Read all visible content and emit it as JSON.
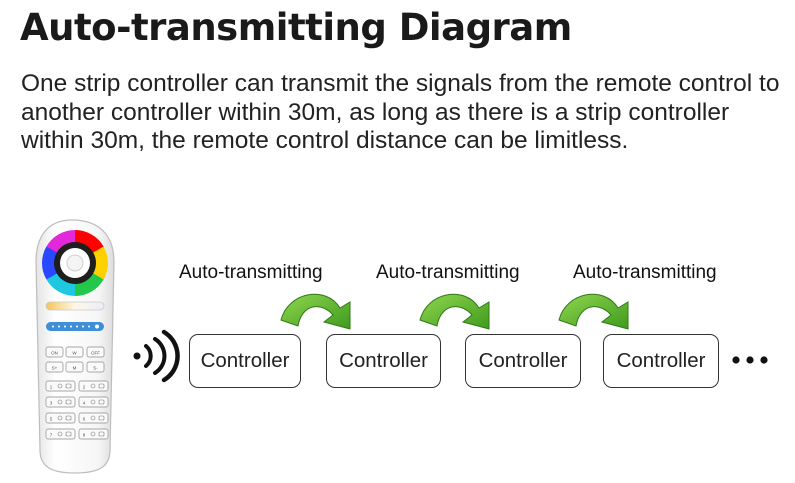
{
  "title": "Auto-transmitting Diagram",
  "description": "One strip controller can transmit the signals from the remote control to another controller within 30m, as long as there is a strip controller within 30m, the remote control distance can be limitless.",
  "diagram": {
    "controllers": [
      "Controller",
      "Controller",
      "Controller",
      "Controller"
    ],
    "auto_labels": [
      "Auto-transmitting",
      "Auto-transmitting",
      "Auto-transmitting"
    ],
    "ellipsis": "•••",
    "arrow_color": "#5ab52c"
  },
  "remote": {
    "buttons": [
      [
        "ON",
        "W",
        "OFF"
      ],
      [
        "S+",
        "M",
        "S-"
      ]
    ],
    "zones": [
      [
        "1",
        "2"
      ],
      [
        "3",
        "4"
      ],
      [
        "5",
        "6"
      ],
      [
        "7",
        "8"
      ]
    ]
  }
}
